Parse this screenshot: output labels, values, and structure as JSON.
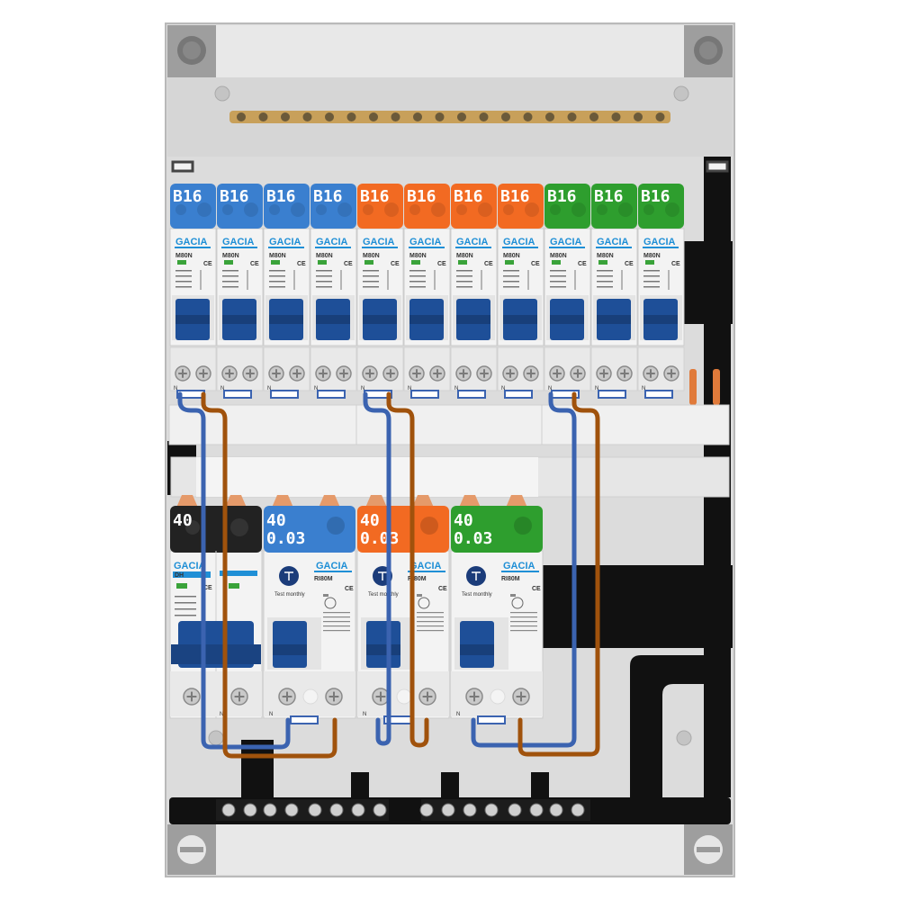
{
  "colors": {
    "blue": "#3a7fcf",
    "orange": "#f26a22",
    "green": "#2e9e2e",
    "black": "#222222",
    "lever": "#1e4f98",
    "neutral_wire": "#3b63b0",
    "live_wire": "#a0520c",
    "brand": "#1f8fd6",
    "busbar": "#c8a05a"
  },
  "top_row": {
    "breakers": [
      {
        "rating": "B16",
        "color": "blue",
        "brand": "GACIA",
        "model": "M80N",
        "ce": "CE"
      },
      {
        "rating": "B16",
        "color": "blue",
        "brand": "GACIA",
        "model": "M80N",
        "ce": "CE"
      },
      {
        "rating": "B16",
        "color": "blue",
        "brand": "GACIA",
        "model": "M80N",
        "ce": "CE"
      },
      {
        "rating": "B16",
        "color": "blue",
        "brand": "GACIA",
        "model": "M80N",
        "ce": "CE"
      },
      {
        "rating": "B16",
        "color": "orange",
        "brand": "GACIA",
        "model": "M80N",
        "ce": "CE"
      },
      {
        "rating": "B16",
        "color": "orange",
        "brand": "GACIA",
        "model": "M80N",
        "ce": "CE"
      },
      {
        "rating": "B16",
        "color": "orange",
        "brand": "GACIA",
        "model": "M80N",
        "ce": "CE"
      },
      {
        "rating": "B16",
        "color": "orange",
        "brand": "GACIA",
        "model": "M80N",
        "ce": "CE"
      },
      {
        "rating": "B16",
        "color": "green",
        "brand": "GACIA",
        "model": "M80N",
        "ce": "CE"
      },
      {
        "rating": "B16",
        "color": "green",
        "brand": "GACIA",
        "model": "M80N",
        "ce": "CE"
      },
      {
        "rating": "B16",
        "color": "green",
        "brand": "GACIA",
        "model": "M80N",
        "ce": "CE"
      }
    ],
    "terminal_label": "N"
  },
  "bottom_row": {
    "main_switch": {
      "rating": "40",
      "color": "black",
      "brand": "GACIA",
      "model": "DH",
      "ce": "CE",
      "terminal_label": "N"
    },
    "rcds": [
      {
        "rating": "40",
        "sensitivity": "0.03",
        "color": "blue",
        "brand": "GACIA",
        "model": "RI80M",
        "test_label": "Test monthly",
        "ce": "CE",
        "terminal_label": "N"
      },
      {
        "rating": "40",
        "sensitivity": "0.03",
        "color": "orange",
        "brand": "GACIA",
        "model": "RI80M",
        "test_label": "Test monthly",
        "ce": "CE",
        "terminal_label": "N"
      },
      {
        "rating": "40",
        "sensitivity": "0.03",
        "color": "green",
        "brand": "GACIA",
        "model": "RI80M",
        "test_label": "Test monthly",
        "ce": "CE",
        "terminal_label": "N"
      }
    ]
  }
}
